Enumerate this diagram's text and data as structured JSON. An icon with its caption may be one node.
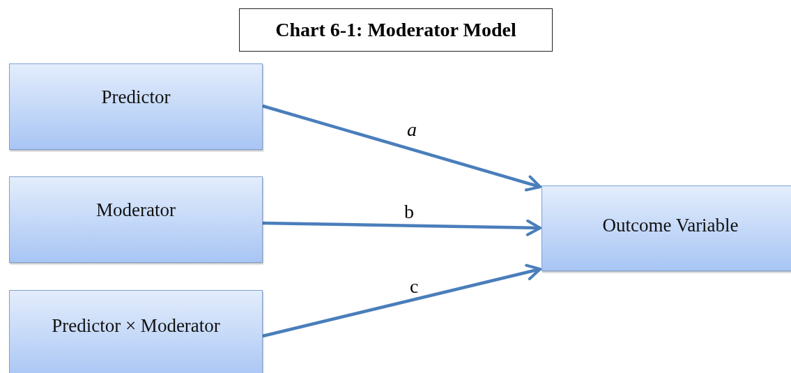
{
  "diagram": {
    "title": "Chart 6-1: Moderator Model",
    "nodes": [
      {
        "text": [
          "Predictor"
        ]
      },
      {
        "text": [
          "Moderator"
        ]
      },
      {
        "text": [
          "Predictor × Moderator"
        ]
      },
      {
        "text": [
          "Outcome Variable"
        ]
      }
    ],
    "edges": [
      {
        "from": 0,
        "to": 3,
        "arrow": "to",
        "label": "a"
      },
      {
        "from": 1,
        "to": 3,
        "arrow": "to",
        "label": "b"
      },
      {
        "from": 2,
        "to": 3,
        "arrow": "to",
        "label": "c"
      }
    ]
  }
}
